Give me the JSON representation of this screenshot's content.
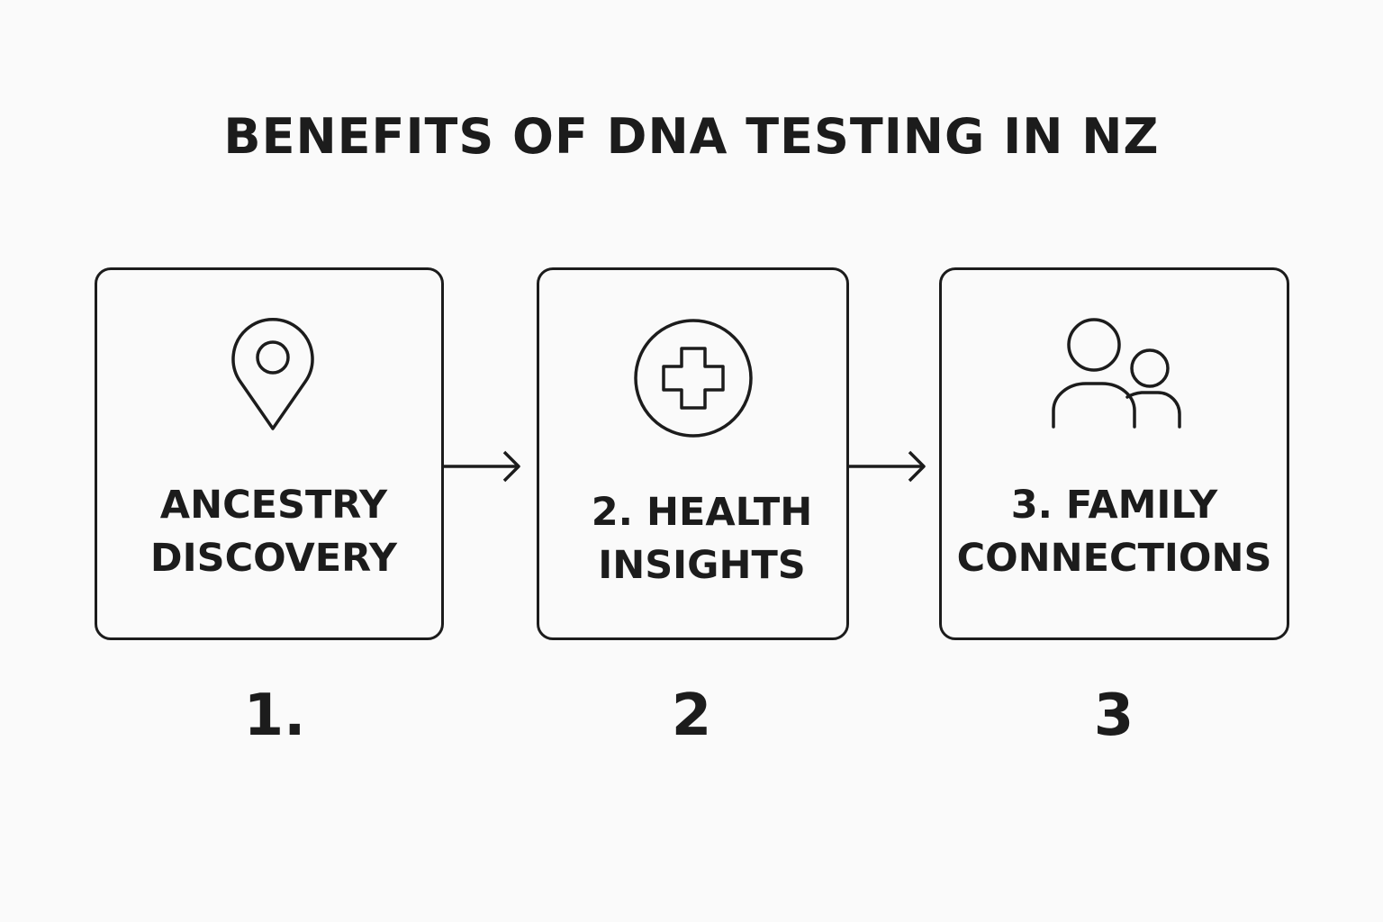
{
  "title": "BENEFITS OF DNA TESTING IN NZ",
  "cards": [
    {
      "lines": [
        "ANCESTRY",
        "DISCOVERY"
      ],
      "icon": "location-pin-icon",
      "number": "1."
    },
    {
      "lines": [
        "2. HEALTH",
        "INSIGHTS"
      ],
      "icon": "medical-cross-icon",
      "number": "2"
    },
    {
      "lines": [
        "3. FAMILY",
        "CONNECTIONS"
      ],
      "icon": "family-people-icon",
      "number": "3"
    }
  ],
  "colors": {
    "stroke": "#1c1c1c",
    "background": "#fafafa"
  }
}
